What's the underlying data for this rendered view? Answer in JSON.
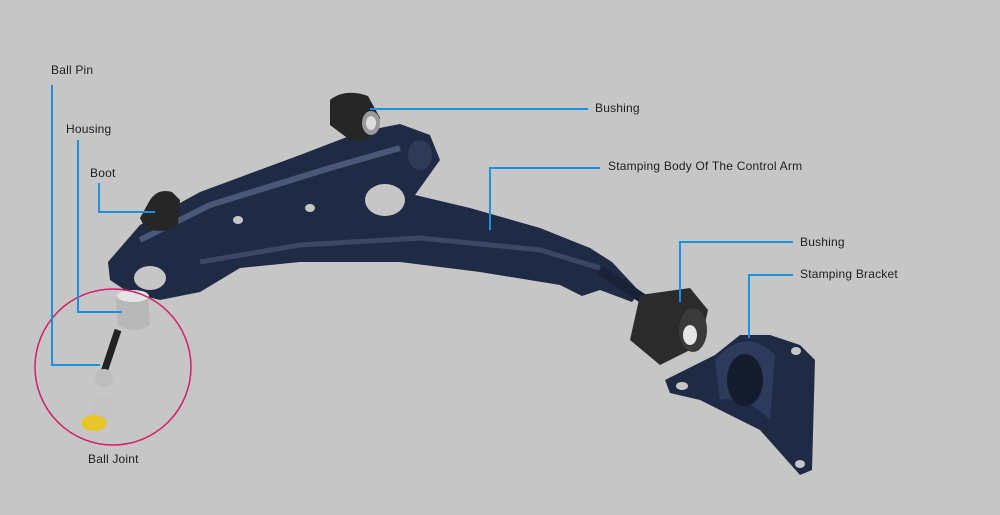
{
  "labels": {
    "ball_pin": "Ball Pin",
    "housing": "Housing",
    "boot": "Boot",
    "bushing_top": "Bushing",
    "stamping_body": "Stamping Body Of The Control Arm",
    "bushing_right": "Bushing",
    "stamping_bracket": "Stamping Bracket",
    "ball_joint": "Ball Joint"
  },
  "colors": {
    "background": "#c6c6c6",
    "leader_line": "#1e90e0",
    "highlight_circle": "#d0206a",
    "arm": "#1f2a44",
    "rubber": "#2a2a2a"
  }
}
